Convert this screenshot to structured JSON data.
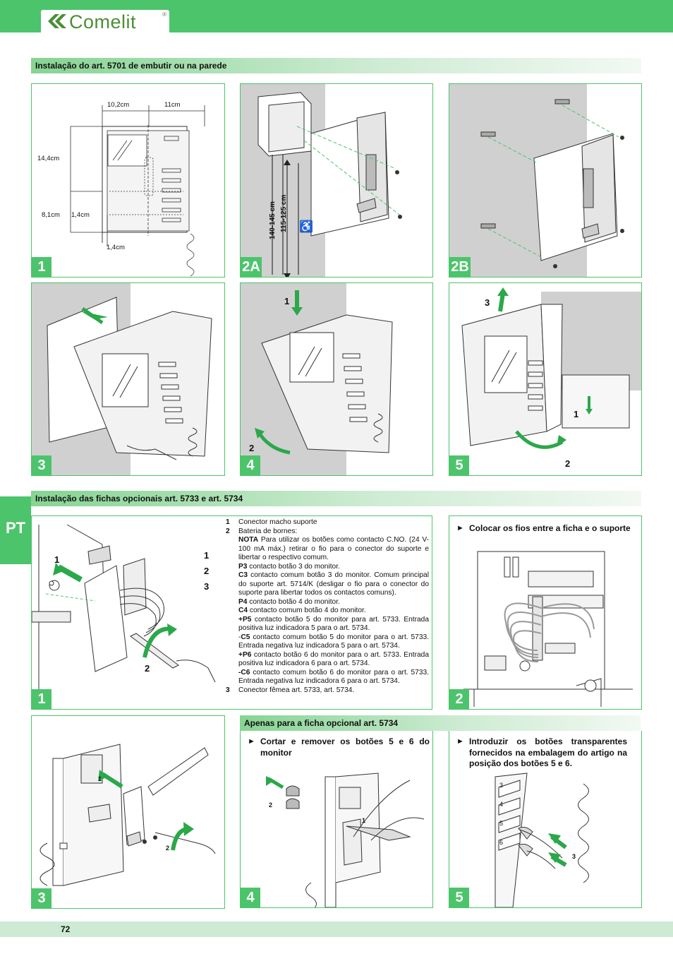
{
  "brand": {
    "name": "Comelit",
    "reg": "®"
  },
  "sections": {
    "install": "Instalação do art. 5701 de embutir ou na parede",
    "cards": "Instalação das fichas opcionais art. 5733 e art. 5734",
    "card5734": "Apenas para a ficha opcional art. 5734"
  },
  "language_tab": "PT",
  "page_number": "72",
  "steps": {
    "p1": "1",
    "p2a": "2A",
    "p2b": "2B",
    "p3": "3",
    "p4": "4",
    "p5": "5",
    "c1": "1",
    "c2": "2",
    "c3": "3",
    "c4": "4",
    "c5": "5"
  },
  "dimensions": {
    "w1": "10,2cm",
    "w2": "11cm",
    "h1": "14,4cm",
    "h2": "8,1cm",
    "d1": "1,4cm",
    "d2": "1,4cm",
    "height_a": "140-145 cm",
    "height_b": "115-125 cm"
  },
  "callouts": {
    "p4_1": "1",
    "p4_2": "2",
    "p5_3": "3",
    "p5_1": "1",
    "p5_2": "2",
    "c1_1a": "1",
    "c1_1": "1",
    "c1_2": "2",
    "c1_3": "3",
    "c1_2b": "2",
    "c3_1": "1",
    "c3_2": "2",
    "c4_1": "1",
    "c4_2": "2",
    "c5_3": "3",
    "c5_4": "4",
    "c5_5": "5",
    "c5_6": "6",
    "c5_x": "3"
  },
  "legend": [
    {
      "num": "1",
      "html": "Conector macho suporte"
    },
    {
      "num": "2",
      "html": "Bateria de bornes:"
    },
    {
      "num": "",
      "html": "<b>NOTA</b> Para utilizar os botões como contacto C.NO. (24 V-100 mA máx.) retirar o fio para o conector do suporte e libertar o respectivo comum."
    },
    {
      "num": "",
      "html": "<b>P3</b> contacto botão 3 do monitor."
    },
    {
      "num": "",
      "html": "<b>C3</b> contacto comum botão 3 do monitor. Comum principal do suporte art. 5714/K (desligar o fio para o conector do suporte para libertar todos os contactos comuns)."
    },
    {
      "num": "",
      "html": "<b>P4</b> contacto botão 4 do monitor."
    },
    {
      "num": "",
      "html": "<b>C4</b> contacto comum botão 4 do monitor."
    },
    {
      "num": "",
      "html": "<b>+P5</b> contacto botão 5 do monitor para art. 5733. Entrada positiva luz indicadora 5 para o art. 5734."
    },
    {
      "num": "",
      "html": "-<b>C5</b> contacto comum botão 5 do monitor para o art. 5733. Entrada negativa luz indicadora 5 para o art. 5734."
    },
    {
      "num": "",
      "html": "<b>+P6</b> contacto botão 6 do monitor para o art. 5733. Entrada positiva luz indicadora 6 para o art. 5734."
    },
    {
      "num": "",
      "html": "<b>-C6</b> contacto comum botão 6 do monitor para o art. 5733. Entrada negativa luz indicadora 6 para o art. 5734."
    },
    {
      "num": "3",
      "html": "Conector fêmea art. 5733, art. 5734."
    }
  ],
  "bullets": {
    "b1": "Colocar os fios entre a ficha e o suporte",
    "b2": "Cortar e remover os botões 5 e 6 do monitor",
    "b3": "Introduzir os botões transparentes fornecidos na embalagem do artigo na posição dos botões 5 e 6."
  },
  "colors": {
    "green": "#4cc46b",
    "arrow": "#2aa84a",
    "logo": "#4a8f35"
  }
}
